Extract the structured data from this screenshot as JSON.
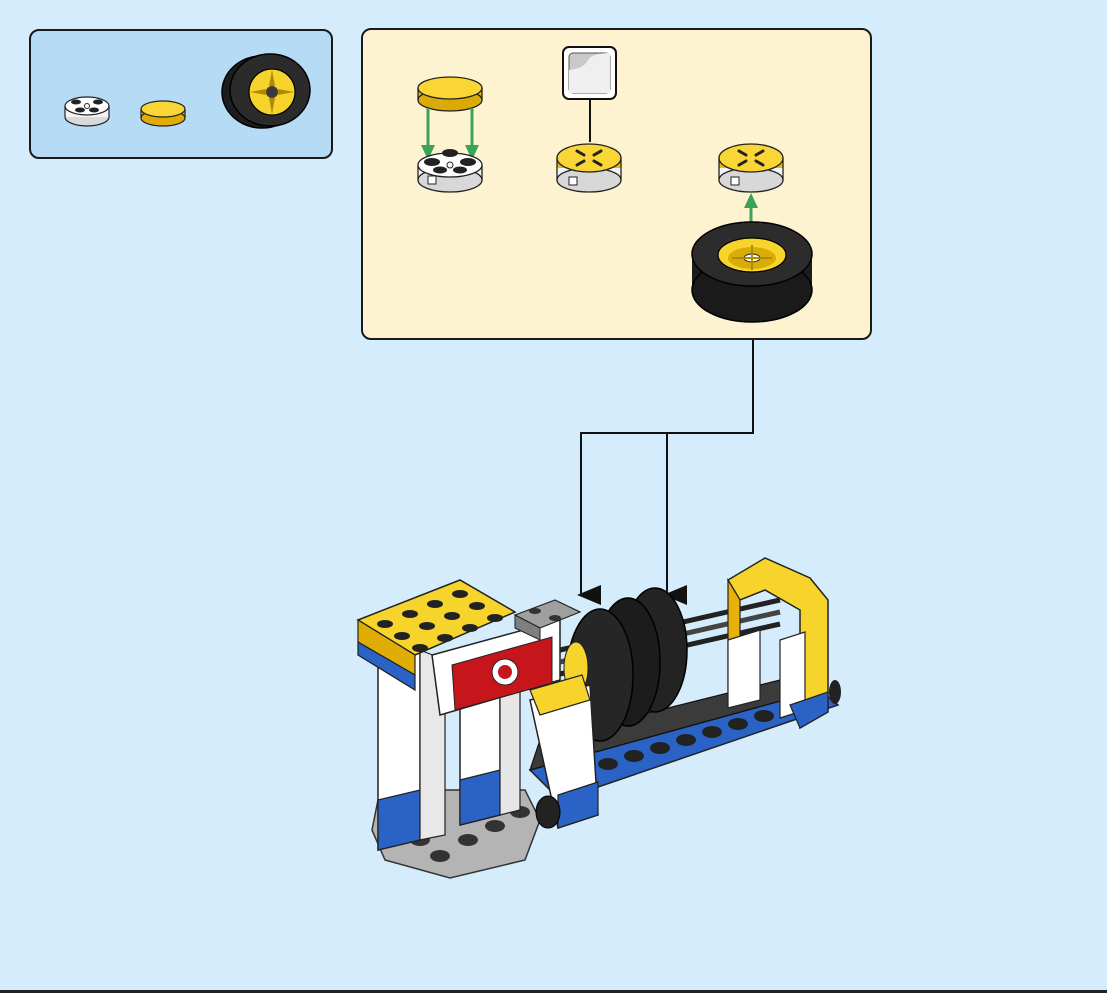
{
  "page": {
    "background": "#d4ecfb",
    "parts_panel_color": "#b6dbf5",
    "steps_panel_color": "#fdf3d1",
    "accent_yellow": "#f7d42c",
    "arrow_green": "#3aa35a",
    "tire_black": "#1d1d1d",
    "stand_blue": "#2a62c5",
    "stand_gray": "#a9a9a9",
    "sign_red": "#c7151c"
  },
  "parts_list": {
    "items": [
      {
        "part": "round-plate-2x2-white",
        "icon": "white-round-plate-icon"
      },
      {
        "part": "round-tile-2x2-yellow",
        "icon": "yellow-round-tile-icon"
      },
      {
        "part": "wheel-with-tire",
        "icon": "tire-wheel-icon"
      }
    ]
  },
  "steps": {
    "sub_steps": [
      {
        "action": "attach-tile-onto-plate",
        "arrow": "green-down-arrows"
      },
      {
        "action": "apply-sticker",
        "icon": "sticker-icon"
      },
      {
        "action": "press-wheel-onto-hub",
        "arrow": "green-up-arrow"
      }
    ]
  },
  "main_model": {
    "description_icon": "tire-stand-icon",
    "callout_targets": 2
  }
}
